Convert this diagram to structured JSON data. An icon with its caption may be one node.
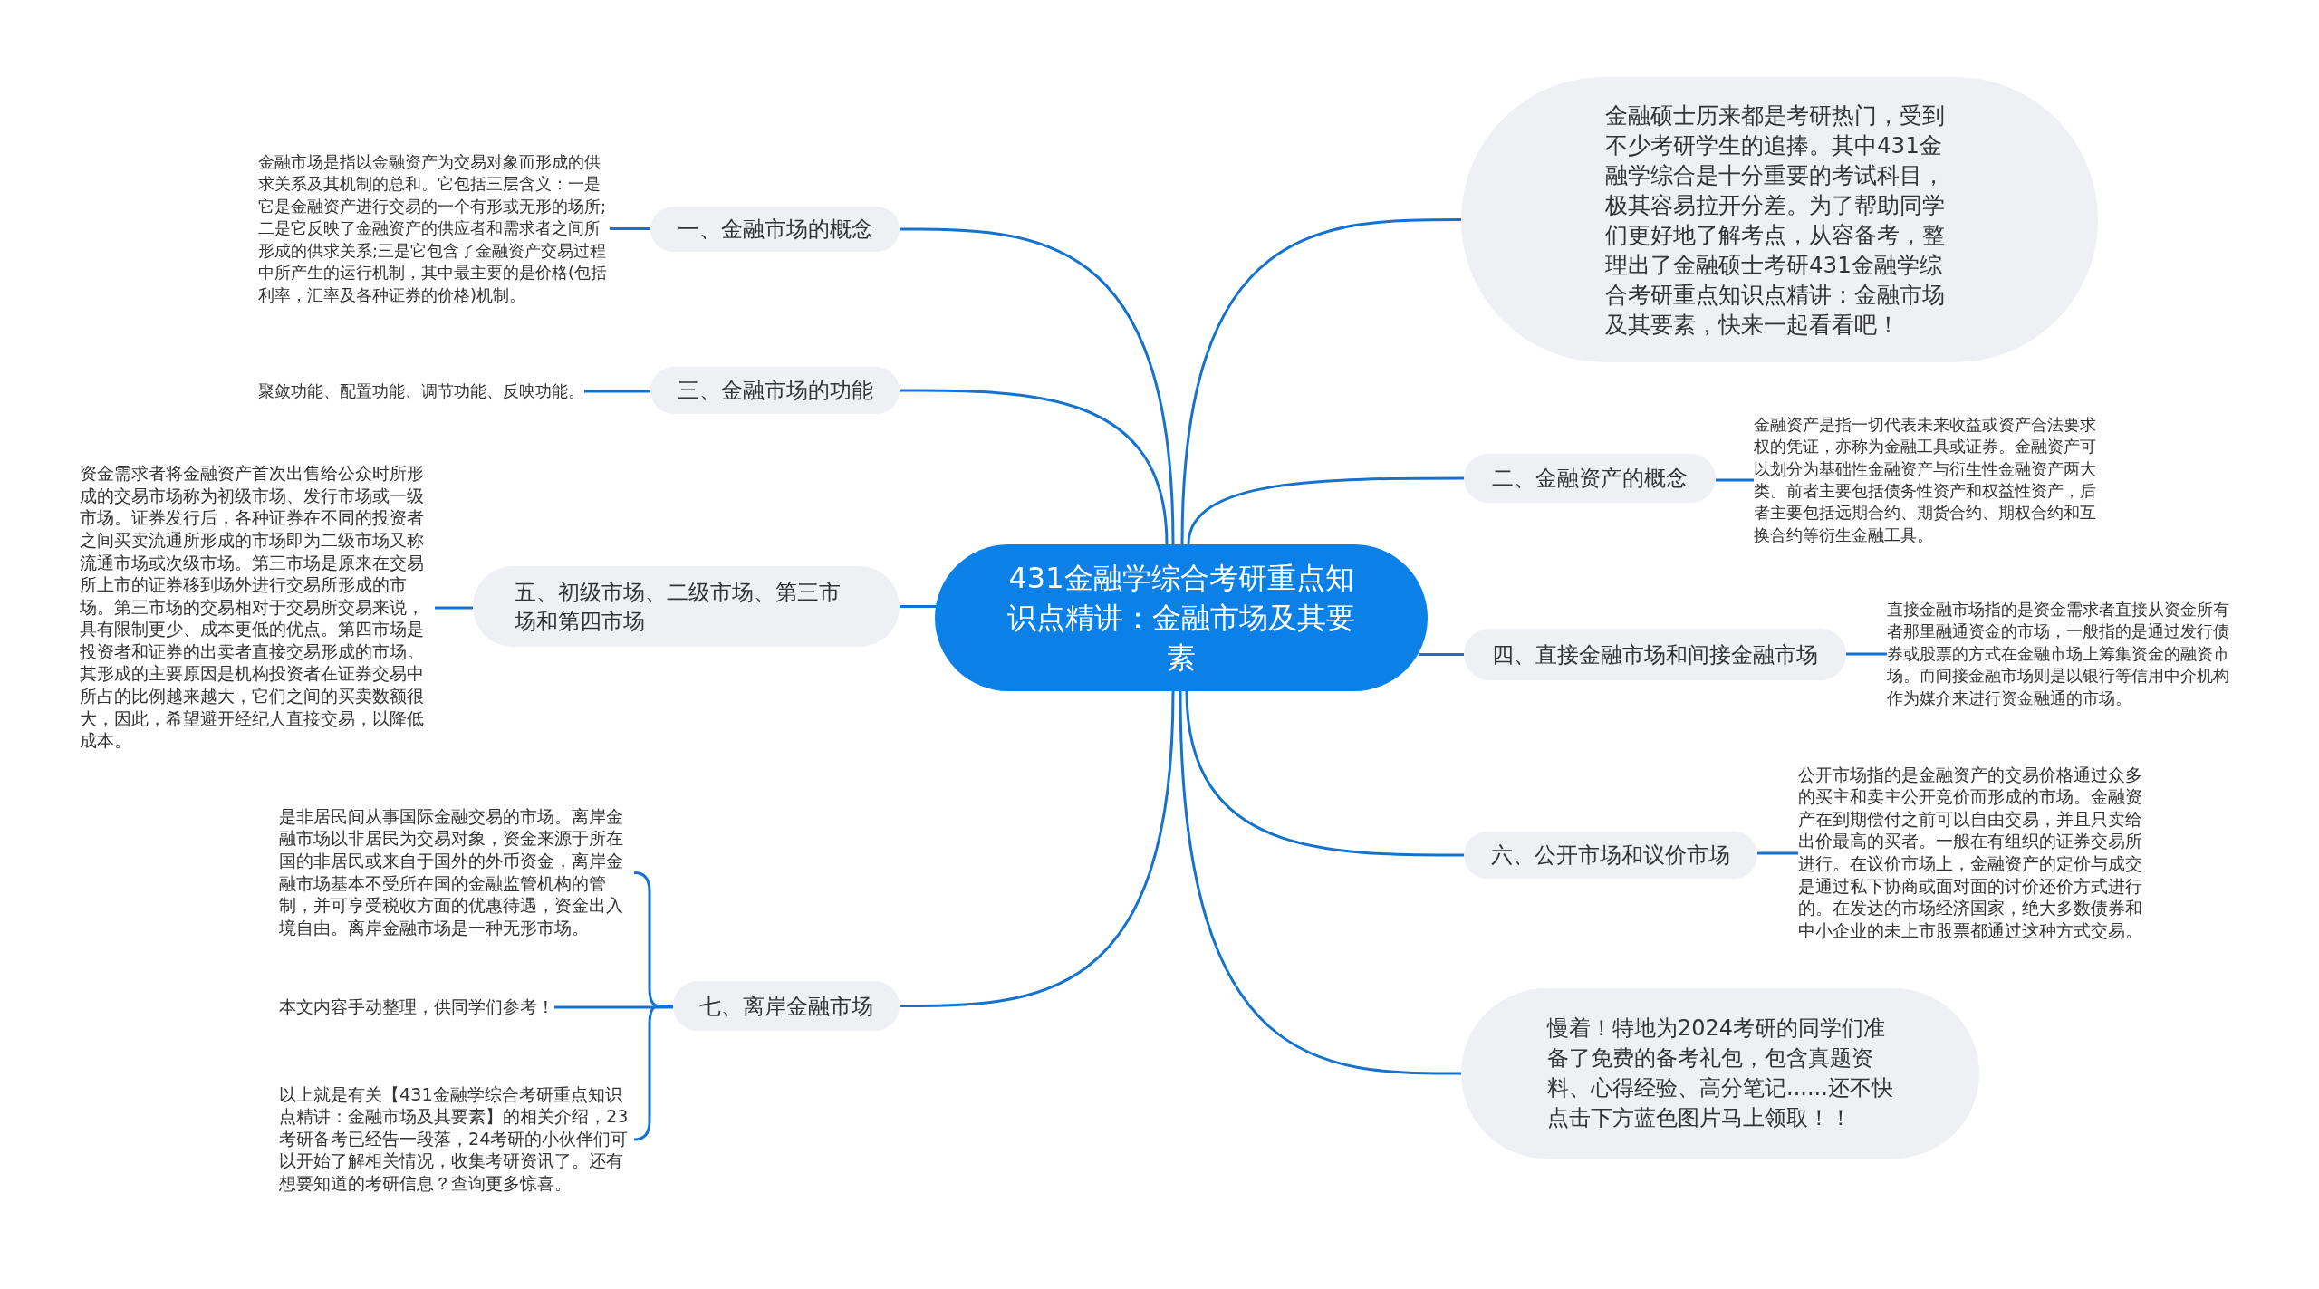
{
  "diagram": {
    "nodes": [
      {
        "text": [
          "431金融学综合考研重点知识点精讲：金融市场及其要素"
        ]
      },
      {
        "text": [
          "金融硕士历来都是考研热门，受到不少考研学生的追捧。其中431金融学综合是十分重要的考试科目，极其容易拉开分差。为了帮助同学们更好地了解考点，从容备考，整理出了金融硕士考研431金融学综合考研重点知识点精讲：金融市场及其要素，快来一起看看吧！"
        ]
      },
      {
        "text": [
          "一、金融市场的概念"
        ]
      },
      {
        "text": [
          "金融市场是指以金融资产为交易对象而形成的供求关系及其机制的总和。它包括三层含义：一是它是金融资产进行交易的一个有形或无形的场所;二是它反映了金融资产的供应者和需求者之间所形成的供求关系;三是它包含了金融资产交易过程中所产生的运行机制，其中最主要的是价格(包括利率，汇率及各种证券的价格)机制。"
        ]
      },
      {
        "text": [
          "三、金融市场的功能"
        ]
      },
      {
        "text": [
          "聚敛功能、配置功能、调节功能、反映功能。"
        ]
      },
      {
        "text": [
          "五、初级市场、二级市场、第三市场和第四市场"
        ]
      },
      {
        "text": [
          "资金需求者将金融资产首次出售给公众时所形成的交易市场称为初级市场、发行市场或一级市场。证券发行后，各种证券在不同的投资者之间买卖流通所形成的市场即为二级市场又称流通市场或次级市场。第三市场是原来在交易所上市的证券移到场外进行交易所形成的市场。第三市场的交易相对于交易所交易来说，具有限制更少、成本更低的优点。第四市场是投资者和证券的出卖者直接交易形成的市场。其形成的主要原因是机构投资者在证券交易中所占的比例越来越大，它们之间的买卖数额很大，因此，希望避开经纪人直接交易，以降低成本。"
        ]
      },
      {
        "text": [
          "七、离岸金融市场"
        ]
      },
      {
        "text": [
          "是非居民间从事国际金融交易的市场。离岸金融市场以非居民为交易对象，资金来源于所在国的非居民或来自于国外的外币资金，离岸金融市场基本不受所在国的金融监管机构的管制，并可享受税收方面的优惠待遇，资金出入境自由。离岸金融市场是一种无形市场。"
        ]
      },
      {
        "text": [
          "本文内容手动整理，供同学们参考！"
        ]
      },
      {
        "text": [
          "以上就是有关【431金融学综合考研重点知识点精讲：金融市场及其要素】的相关介绍，23考研备考已经告一段落，24考研的小伙伴们可以开始了解相关情况，收集考研资讯了。还有想要知道的考研信息？查询更多惊喜。"
        ]
      },
      {
        "text": [
          "二、金融资产的概念"
        ]
      },
      {
        "text": [
          "金融资产是指一切代表未来收益或资产合法要求权的凭证，亦称为金融工具或证券。金融资产可以划分为基础性金融资产与衍生性金融资产两大类。前者主要包括债务性资产和权益性资产，后者主要包括远期合约、期货合约、期权合约和互换合约等衍生金融工具。"
        ]
      },
      {
        "text": [
          "四、直接金融市场和间接金融市场"
        ]
      },
      {
        "text": [
          "直接金融市场指的是资金需求者直接从资金所有者那里融通资金的市场，一般指的是通过发行债券或股票的方式在金融市场上筹集资金的融资市场。而间接金融市场则是以银行等信用中介机构作为媒介来进行资金融通的市场。"
        ]
      },
      {
        "text": [
          "六、公开市场和议价市场"
        ]
      },
      {
        "text": [
          "公开市场指的是金融资产的交易价格通过众多的买主和卖主公开竞价而形成的市场。金融资产在到期偿付之前可以自由交易，并且只卖给出价最高的买者。一般在有组织的证券交易所进行。在议价市场上，金融资产的定价与成交是通过私下协商或面对面的讨价还价方式进行的。在发达的市场经济国家，绝大多数债券和中小企业的未上市股票都通过这种方式交易。"
        ]
      },
      {
        "text": [
          "慢着！特地为2024考研的同学们准备了免费的备考礼包，包含真题资料、心得经验、高分笔记......还不快点击下方蓝色图片马上领取！！"
        ]
      }
    ],
    "edges": [
      {
        "from": 0,
        "to": 1,
        "arrow": "none"
      },
      {
        "from": 0,
        "to": 2,
        "arrow": "none"
      },
      {
        "from": 2,
        "to": 3,
        "arrow": "none"
      },
      {
        "from": 0,
        "to": 4,
        "arrow": "none"
      },
      {
        "from": 4,
        "to": 5,
        "arrow": "none"
      },
      {
        "from": 0,
        "to": 6,
        "arrow": "none"
      },
      {
        "from": 6,
        "to": 7,
        "arrow": "none"
      },
      {
        "from": 0,
        "to": 8,
        "arrow": "none"
      },
      {
        "from": 8,
        "to": 9,
        "arrow": "none"
      },
      {
        "from": 8,
        "to": 10,
        "arrow": "none"
      },
      {
        "from": 8,
        "to": 11,
        "arrow": "none"
      },
      {
        "from": 0,
        "to": 12,
        "arrow": "none"
      },
      {
        "from": 12,
        "to": 13,
        "arrow": "none"
      },
      {
        "from": 0,
        "to": 14,
        "arrow": "none"
      },
      {
        "from": 14,
        "to": 15,
        "arrow": "none"
      },
      {
        "from": 0,
        "to": 16,
        "arrow": "none"
      },
      {
        "from": 16,
        "to": 17,
        "arrow": "none"
      },
      {
        "from": 0,
        "to": 18,
        "arrow": "none"
      }
    ]
  }
}
